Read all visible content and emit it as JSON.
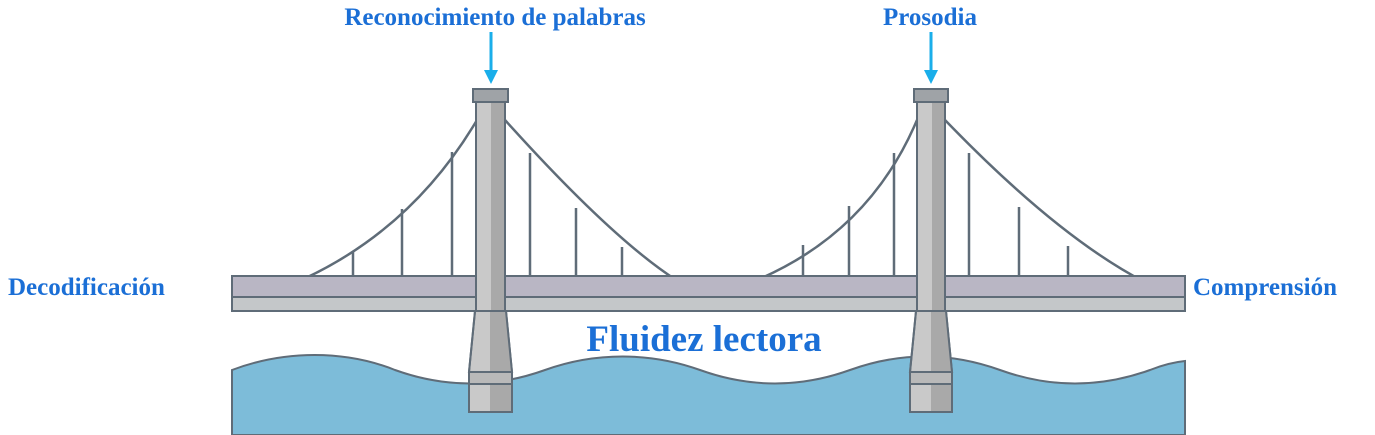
{
  "labels": {
    "top_left": "Reconocimiento de palabras",
    "top_right": "Prosodia",
    "left": "Decodificación",
    "right": "Comprensión",
    "center": "Fluidez lectora"
  },
  "colors": {
    "label_blue": "#1b6fd6",
    "arrow_blue": "#1aaeea",
    "water": "#7dbcd9",
    "deck_top": "#b9b6c4",
    "deck_bottom": "#c4c7c9",
    "tower": "#c9c9c9",
    "tower_shade": "#a9a9a9",
    "outline": "#5f6c78",
    "cable": "#5f6c78"
  }
}
